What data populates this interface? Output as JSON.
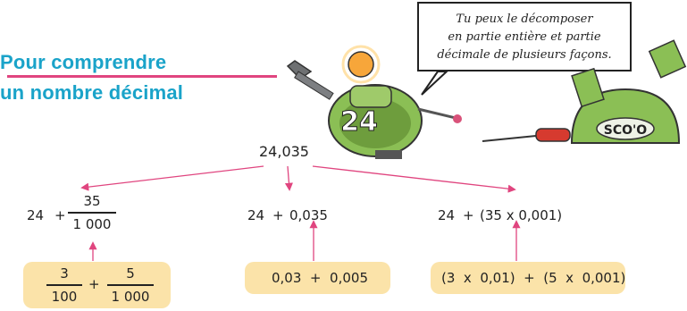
{
  "heading": {
    "line1": "Pour comprendre",
    "line2": "un nombre décimal"
  },
  "bubble": {
    "line1": "Tu peux le décomposer",
    "line2": "en partie entière et partie",
    "line3": "décimale de plusieurs façons."
  },
  "robots": {
    "left_label": "24",
    "right_label": "SCO'O"
  },
  "number": "24,035",
  "decompositions": {
    "first": {
      "whole": "24",
      "plus": "+",
      "numerator": "35",
      "denominator": "1 000"
    },
    "second": {
      "whole": "24",
      "plus": "+",
      "decimal": "0,035"
    },
    "third": {
      "whole": "24",
      "plus": "+",
      "expr": "(35 x 0,001)"
    }
  },
  "boxes": {
    "first": {
      "num1": "3",
      "den1": "100",
      "plus": "+",
      "num2": "5",
      "den2": "1 000"
    },
    "second": {
      "expr": "0,03  +  0,005"
    },
    "third": {
      "expr": "(3  x  0,01)  +  (5  x  0,001)"
    }
  },
  "colors": {
    "heading": "#1aa3c9",
    "accent": "#e0457f",
    "box": "#fbe3a9",
    "robot_green": "#7fb04a"
  }
}
